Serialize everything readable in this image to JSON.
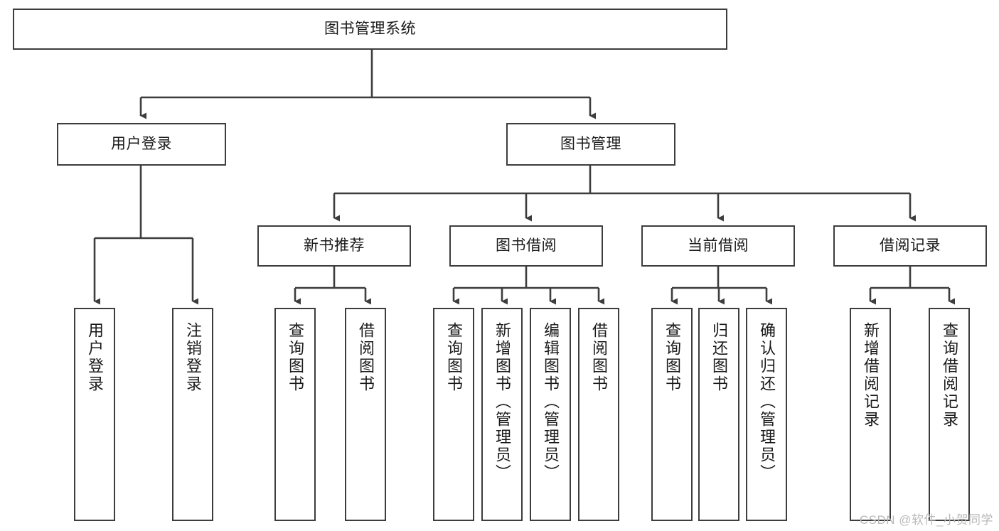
{
  "diagram": {
    "title": "图书管理系统",
    "type": "功能结构图",
    "watermark": "CSDN @软件_小贺同学",
    "colors": {
      "stroke": "#3d3d3d",
      "fill": "#ffffff",
      "text": "#1a1a1a",
      "watermark": "#b9b9b9"
    },
    "nodes": {
      "root": {
        "label": "图书管理系统"
      },
      "level2": [
        {
          "id": "user-login",
          "label": "用户登录"
        },
        {
          "id": "book-manage",
          "label": "图书管理"
        }
      ],
      "level3": [
        {
          "id": "new-book-recommend",
          "label": "新书推荐"
        },
        {
          "id": "book-borrow",
          "label": "图书借阅"
        },
        {
          "id": "current-borrow",
          "label": "当前借阅"
        },
        {
          "id": "borrow-record",
          "label": "借阅记录"
        }
      ],
      "leaves": {
        "user-login": [
          {
            "id": "leaf-user-login",
            "label": "用户登录"
          },
          {
            "id": "leaf-logout",
            "label": "注销登录"
          }
        ],
        "new-book-recommend": [
          {
            "id": "leaf-query-book-1",
            "label": "查询图书"
          },
          {
            "id": "leaf-borrow-book-1",
            "label": "借阅图书"
          }
        ],
        "book-borrow": [
          {
            "id": "leaf-query-book-2",
            "label": "查询图书"
          },
          {
            "id": "leaf-add-book",
            "label": "新增图书（管理员）"
          },
          {
            "id": "leaf-edit-book",
            "label": "编辑图书（管理员）"
          },
          {
            "id": "leaf-borrow-book-2",
            "label": "借阅图书"
          }
        ],
        "current-borrow": [
          {
            "id": "leaf-query-book-3",
            "label": "查询图书"
          },
          {
            "id": "leaf-return-book",
            "label": "归还图书"
          },
          {
            "id": "leaf-confirm-return",
            "label": "确认归还（管理员）"
          }
        ],
        "borrow-record": [
          {
            "id": "leaf-add-record",
            "label": "新增借阅记录"
          },
          {
            "id": "leaf-query-record",
            "label": "查询借阅记录"
          }
        ]
      }
    }
  }
}
